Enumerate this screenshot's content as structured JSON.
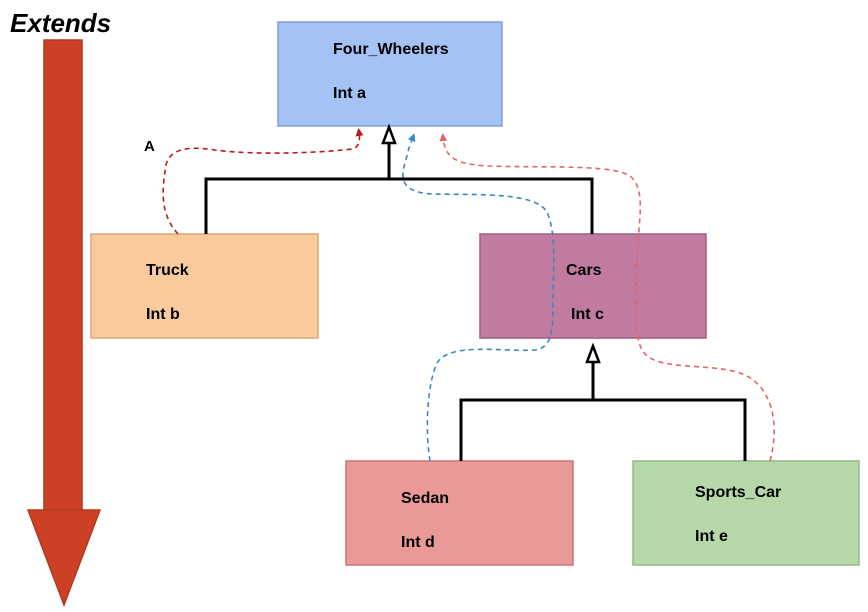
{
  "title": "Extends",
  "arrow_label": "A",
  "colors": {
    "extends_arrow": "#cc4125",
    "four_wheelers": "#a4c2f4",
    "truck": "#f9cb9c",
    "cars": "#c27ba0",
    "sedan": "#ea9999",
    "sports_car": "#b6d7a8",
    "dashed_truck": "#b71c1c",
    "dashed_sedan": "#3d85c6",
    "dashed_sports": "#e06666"
  },
  "classes": {
    "four_wheelers": {
      "name": "Four_Wheelers",
      "field": "Int a"
    },
    "truck": {
      "name": "Truck",
      "field": "Int b"
    },
    "cars": {
      "name": "Cars",
      "field": "Int c"
    },
    "sedan": {
      "name": "Sedan",
      "field": "Int d"
    },
    "sports_car": {
      "name": "Sports_Car",
      "field": "Int e"
    }
  }
}
